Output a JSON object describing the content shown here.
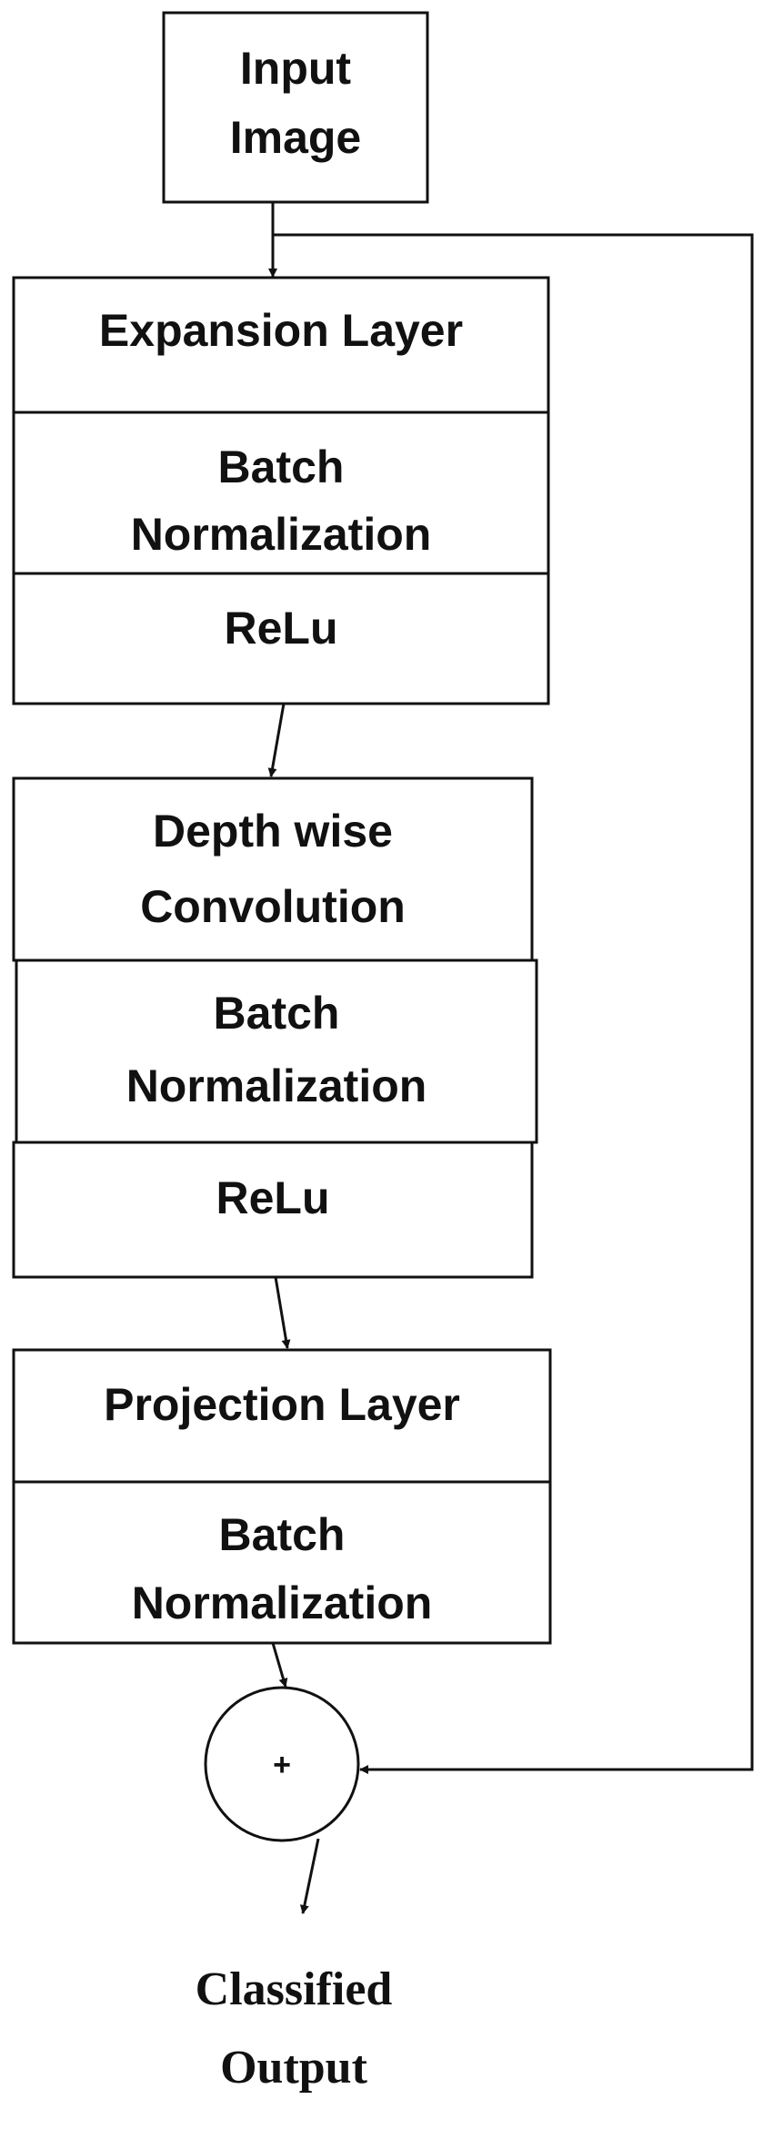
{
  "nodes": {
    "input_image": {
      "lines": [
        "Input",
        "Image"
      ]
    },
    "expansion_block": {
      "layers": [
        {
          "lines": [
            "Expansion Layer"
          ]
        },
        {
          "lines": [
            "Batch",
            "Normalization"
          ]
        },
        {
          "lines": [
            "ReLu"
          ]
        }
      ]
    },
    "depthwise_block": {
      "layers": [
        {
          "lines": [
            "Depth wise",
            "Convolution"
          ]
        },
        {
          "lines": [
            "Batch",
            "Normalization"
          ]
        },
        {
          "lines": [
            "ReLu"
          ]
        }
      ]
    },
    "projection_block": {
      "layers": [
        {
          "lines": [
            "Projection Layer"
          ]
        },
        {
          "lines": [
            "Batch",
            "Normalization"
          ]
        }
      ]
    },
    "add_node": {
      "symbol": "+"
    },
    "output": {
      "lines": [
        "Classified",
        "Output"
      ]
    }
  }
}
